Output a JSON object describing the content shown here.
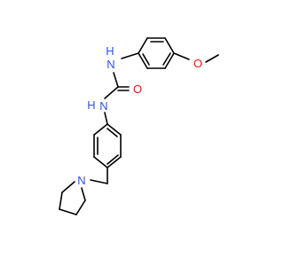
{
  "molecule": {
    "colors": {
      "bond": "#000000",
      "nitrogen": "#3050F8",
      "oxygen": "#FF0D0D",
      "background": "#FFFFFF"
    },
    "atom_labels": {
      "nh_top": "N",
      "nh_top_h": "H",
      "methoxy_o": "O",
      "carbonyl_o": "O",
      "nh_bottom": "N",
      "nh_bottom_h": "H",
      "pyrrolidine_n": "N"
    }
  }
}
